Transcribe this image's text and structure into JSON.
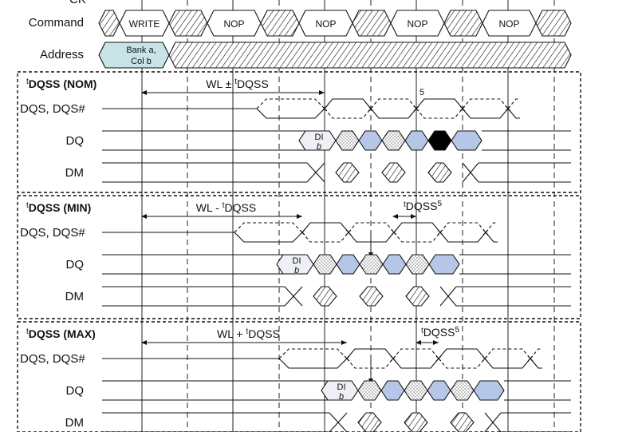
{
  "signals": {
    "clock_partial": "CK",
    "command": "Command",
    "address": "Address",
    "dqs": "DQS, DQS#",
    "dq": "DQ",
    "dm": "DM"
  },
  "commands": [
    "WRITE",
    "NOP",
    "NOP",
    "NOP",
    "NOP"
  ],
  "address_cell": {
    "line1": "Bank a,",
    "line2": "Col b"
  },
  "sections": [
    {
      "title_prefix": "t",
      "title_main": "DQSS (NOM)",
      "wl_prefix": "WL ± ",
      "wl_t": "t",
      "wl_main": "DQSS",
      "note": "5"
    },
    {
      "title_prefix": "t",
      "title_main": "DQSS (MIN)",
      "wl_prefix": "WL - ",
      "wl_t": "t",
      "wl_main": "DQSS",
      "tdqss_t": "t",
      "tdqss_main": "DQSS",
      "note": "5"
    },
    {
      "title_prefix": "t",
      "title_main": "DQSS (MAX)",
      "wl_prefix": "WL + ",
      "wl_t": "t",
      "wl_main": "DQSS",
      "tdqss_t": "t",
      "tdqss_main": "DQSS",
      "note": "5"
    }
  ],
  "data_in": {
    "line1": "DI",
    "line2": "b"
  },
  "colors": {
    "valid_blue": "#b6c6e6",
    "address_fill": "#c7e3e8",
    "masked_black": "#000000",
    "dotted_dontcare": "#e6e6e6"
  }
}
